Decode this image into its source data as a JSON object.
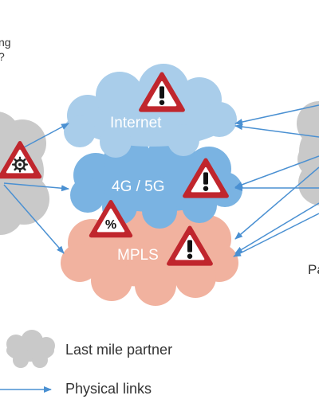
{
  "top_left_text": [
    "ng",
    "?"
  ],
  "clouds": {
    "internet": "Internet",
    "cellular": "4G / 5G",
    "mpls": "MPLS"
  },
  "right_partial_label": "Pa",
  "legend": {
    "cloud_label": "Last mile partner",
    "link_label": "Physical links"
  },
  "colors": {
    "internet_cloud": "#a9cdea",
    "cellular_cloud": "#7ab3e2",
    "mpls_cloud": "#f1b29f",
    "partner_cloud": "#c9c9c9",
    "link": "#4a90d2",
    "warning_red": "#c0262d"
  },
  "icons": [
    "gear-warning-icon",
    "exclamation-warning-icon",
    "percent-warning-icon"
  ]
}
